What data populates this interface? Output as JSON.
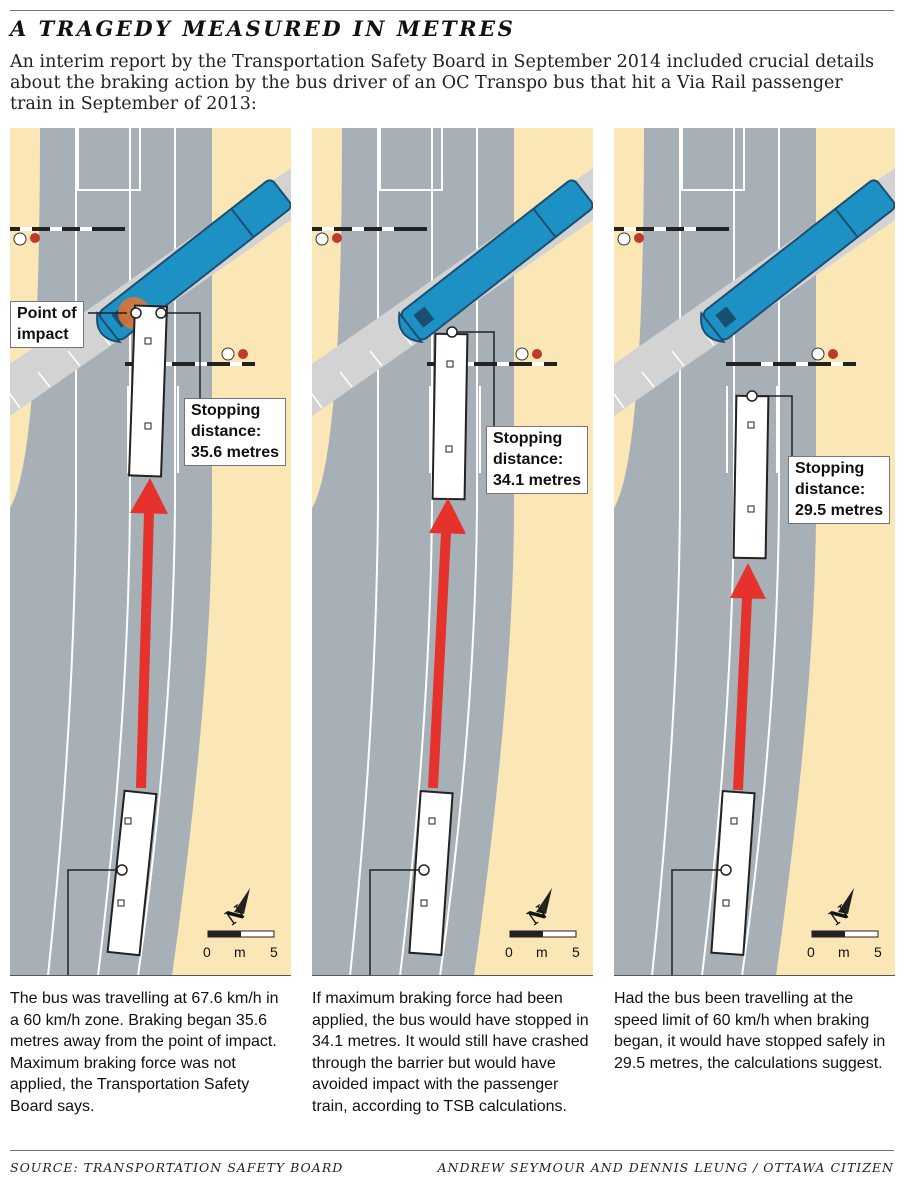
{
  "title": "A TRAGEDY MEASURED IN METRES",
  "intro": "An interim report by the Transportation Safety Board in September 2014 included crucial details about the braking action by the bus driver of an OC Transpo bus that hit a Via Rail passenger train in September of 2013:",
  "panels": [
    {
      "impact_label": [
        "Point of",
        "impact"
      ],
      "stopping_label": [
        "Stopping",
        "distance:",
        "35.6 metres"
      ],
      "caption": "The bus was travelling at 67.6 km/h in a 60 km/h zone. Braking began 35.6 metres away from the point of impact. Maximum braking force was not applied, the Transportation Safety Board says."
    },
    {
      "stopping_label": [
        "Stopping",
        "distance:",
        "34.1 metres"
      ],
      "caption": "If maximum braking force had been applied, the bus would have stopped in 34.1 metres. It would still have crashed through the barrier but would have avoided impact with the passenger train, according to TSB calculations."
    },
    {
      "stopping_label": [
        "Stopping",
        "distance:",
        "29.5 metres"
      ],
      "caption": "Had the bus been travelling at the speed limit of 60 km/h when braking began, it would have stopped safely in 29.5 metres, the calculations suggest."
    }
  ],
  "scale": {
    "start": "0",
    "unit": "m",
    "end": "5",
    "north": "N"
  },
  "footer": {
    "source": "SOURCE: TRANSPORTATION SAFETY BOARD",
    "credit": "ANDREW SEYMOUR AND DENNIS LEUNG / OTTAWA CITIZEN"
  },
  "colors": {
    "road": "#a7b0b7",
    "shoulder": "#fbe7b6",
    "rail": "#d3d3d3",
    "train": "#1e91c4",
    "arrow": "#e5322d",
    "impact": "#e8742f"
  }
}
